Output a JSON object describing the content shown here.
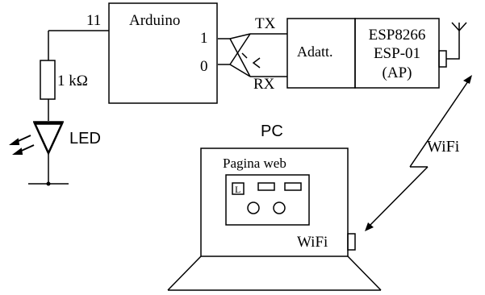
{
  "arduino": {
    "title": "Arduino",
    "pin_11": "11",
    "pin_1": "1",
    "pin_0": "0"
  },
  "signals": {
    "tx": "TX",
    "rx": "RX"
  },
  "adapter": {
    "label": "Adatt."
  },
  "esp": {
    "line1": "ESP8266",
    "line2": "ESP-01",
    "line3": "(AP)"
  },
  "resistor": {
    "label": "1 kΩ"
  },
  "led": {
    "label": "LED"
  },
  "pc": {
    "label": "PC",
    "web_page_title": "Pagina web",
    "web_page_button": "L",
    "wifi_label": "WiFi"
  },
  "wireless_link": {
    "label": "WiFi"
  },
  "colors": {
    "stroke": "#000000",
    "background": "#ffffff"
  }
}
